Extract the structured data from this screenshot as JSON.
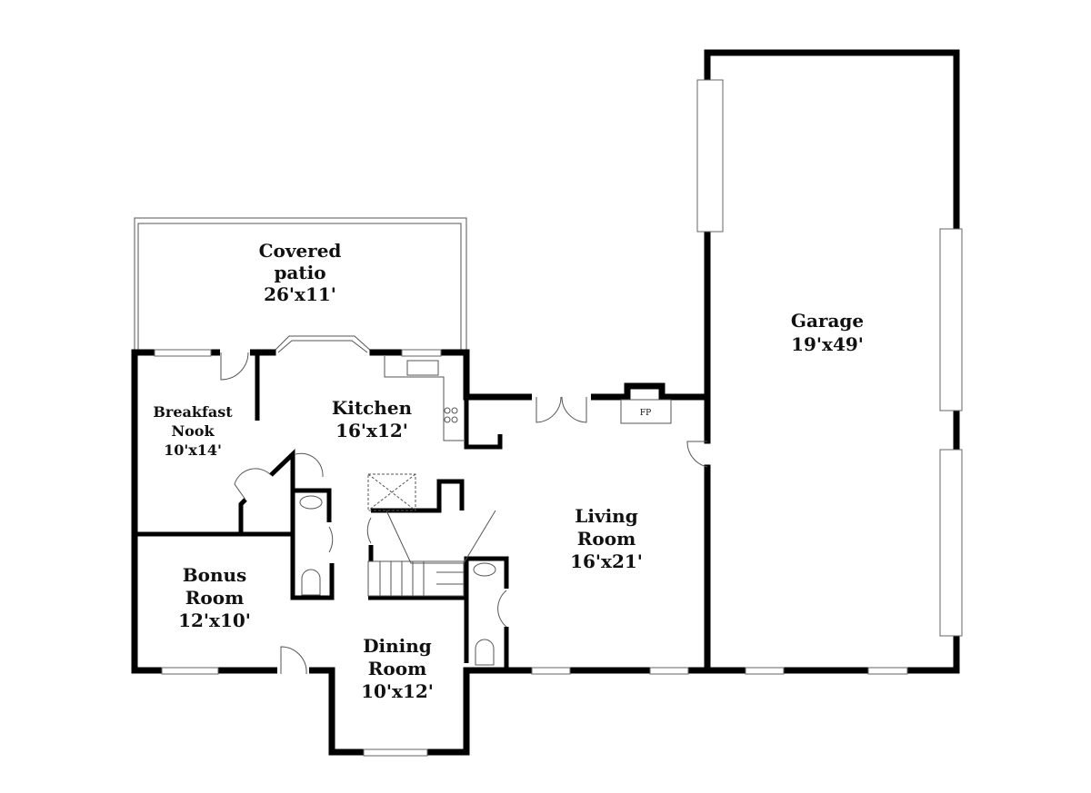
{
  "rooms": {
    "covered_patio": {
      "name_1": "Covered",
      "name_2": "patio",
      "size": "26'x11'"
    },
    "garage": {
      "name": "Garage",
      "size": "19'x49'"
    },
    "breakfast_nook": {
      "name_1": "Breakfast",
      "name_2": "Nook",
      "size": "10'x14'"
    },
    "kitchen": {
      "name": "Kitchen",
      "size": "16'x12'"
    },
    "living_room": {
      "name_1": "Living",
      "name_2": "Room",
      "size": "16'x21'"
    },
    "bonus_room": {
      "name_1": "Bonus",
      "name_2": "Room",
      "size": "12'x10'"
    },
    "dining_room": {
      "name_1": "Dining",
      "name_2": "Room",
      "size": "10'x12'"
    }
  },
  "fireplace_label": "FP"
}
